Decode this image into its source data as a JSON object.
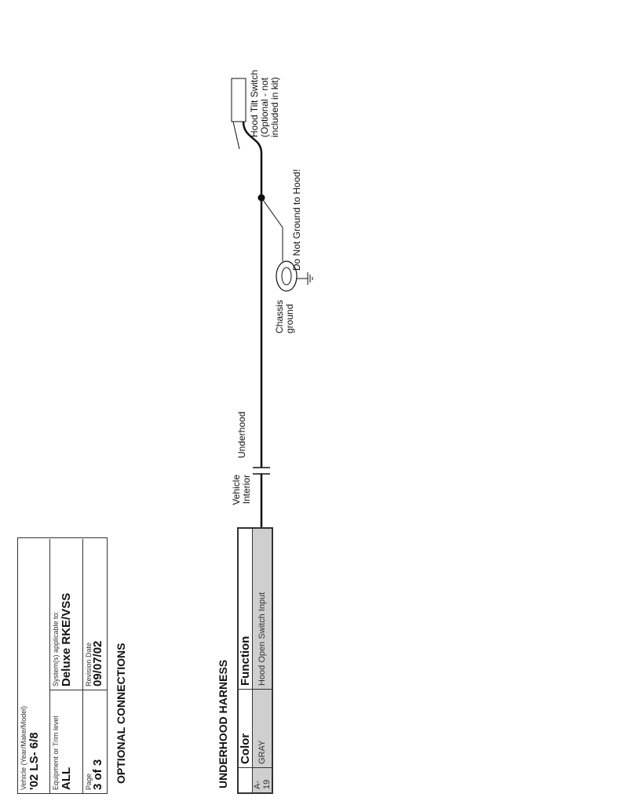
{
  "info_box": {
    "vehicle_label": "Vehicle (Year/Make/Model)",
    "vehicle_value": "'02 LS- 6/8",
    "equipment_label": "Equipment or Trim level",
    "equipment_value": "ALL",
    "systems_label": "System(s) applicable to:",
    "systems_value": "Deluxe RKE/VSS",
    "page_label": "Page",
    "page_value": "3 of 3",
    "revision_label": "Revision Date",
    "revision_value": "09/07/02"
  },
  "section_title": "OPTIONAL CONNECTIONS",
  "harness": {
    "title": "UNDERHOOD HARNESS",
    "headers": [
      "",
      "Color",
      "Function"
    ],
    "rows": [
      [
        "A-19",
        "GRAY",
        "Hood Open Switch Input"
      ]
    ]
  },
  "diagram": {
    "vehicle_interior": [
      "Vehicle",
      "Interior"
    ],
    "underhood": "Underhood",
    "warning": "Do Not Ground to Hood!",
    "chassis_ground": [
      "Chassis",
      "ground"
    ],
    "switch_label": [
      "Hood Tilt Switch",
      "(Optional - not",
      "included in kit)"
    ]
  }
}
